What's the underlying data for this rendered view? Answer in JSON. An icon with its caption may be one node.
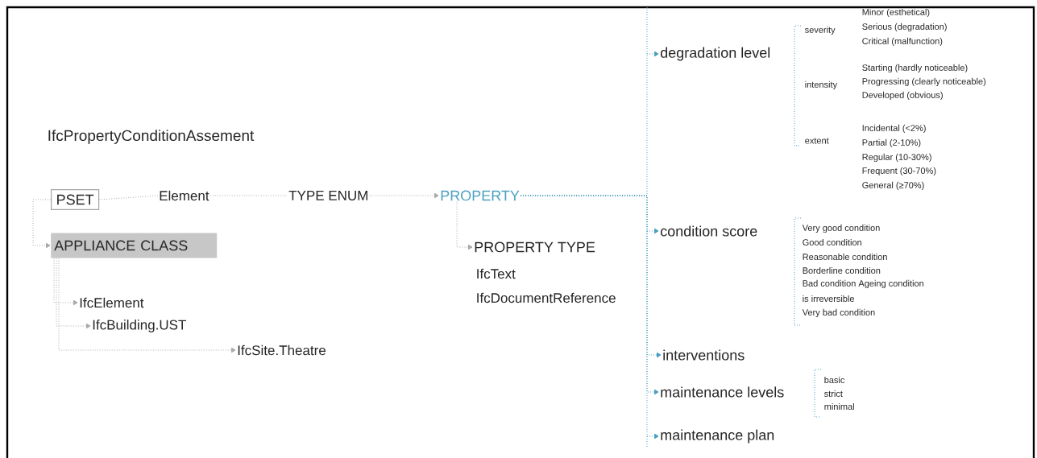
{
  "diagram": {
    "nodes": [
      {
        "text": [
          "PSET"
        ]
      },
      {
        "text": [
          "Element"
        ]
      },
      {
        "text": [
          "TYPE ENUM"
        ]
      },
      {
        "text": [
          "PROPERTY"
        ]
      },
      {
        "text": [
          "APPLIANCE CLASS"
        ]
      },
      {
        "text": [
          "IfcElement"
        ]
      },
      {
        "text": [
          "IfcBuilding.UST"
        ]
      },
      {
        "text": [
          "IfcSite.Theatre"
        ]
      },
      {
        "text": [
          "PROPERTY TYPE"
        ]
      },
      {
        "text": [
          "degradation level"
        ]
      },
      {
        "text": [
          "condition score"
        ]
      },
      {
        "text": [
          "interventions"
        ]
      },
      {
        "text": [
          "maintenance levels"
        ]
      },
      {
        "text": [
          "maintenance plan"
        ]
      }
    ],
    "edges": [
      {
        "from": 0,
        "to": 1,
        "arrow": "none"
      },
      {
        "from": 1,
        "to": 2,
        "arrow": "none"
      },
      {
        "from": 2,
        "to": 3,
        "arrow": "to"
      },
      {
        "from": 0,
        "to": 4,
        "arrow": "to"
      },
      {
        "from": 4,
        "to": 5,
        "arrow": "to"
      },
      {
        "from": 4,
        "to": 6,
        "arrow": "to"
      },
      {
        "from": 4,
        "to": 7,
        "arrow": "to"
      },
      {
        "from": 3,
        "to": 8,
        "arrow": "to"
      },
      {
        "from": 3,
        "to": 9,
        "arrow": "to",
        "color": "#4a9fbf"
      },
      {
        "from": 3,
        "to": 10,
        "arrow": "to",
        "color": "#4a9fbf"
      },
      {
        "from": 3,
        "to": 11,
        "arrow": "to",
        "color": "#4a9fbf"
      },
      {
        "from": 3,
        "to": 12,
        "arrow": "to",
        "color": "#4a9fbf"
      },
      {
        "from": 3,
        "to": 13,
        "arrow": "to",
        "color": "#4a9fbf"
      }
    ],
    "labels": [
      "IfcPropertyConditionAssement",
      "IfcText",
      "IfcDocumentReference",
      "severity",
      "Minor (esthetical)",
      "Serious (degradation)",
      "Critical (malfunction)",
      "intensity",
      "Starting (hardly noticeable)",
      "Progressing (clearly noticeable)",
      "Developed (obvious)",
      "extent",
      "Incidental (<2%)",
      "Partial (2-10%)",
      "Regular (10-30%)",
      "Frequent (30-70%)",
      "General (≥70%)",
      "Very good condition",
      "Good condition",
      "Reasonable condition",
      "Borderline condition",
      "Bad condition Ageing condition",
      "is irreversible",
      "Very bad condition",
      "basic",
      "strict",
      "minimal"
    ]
  }
}
